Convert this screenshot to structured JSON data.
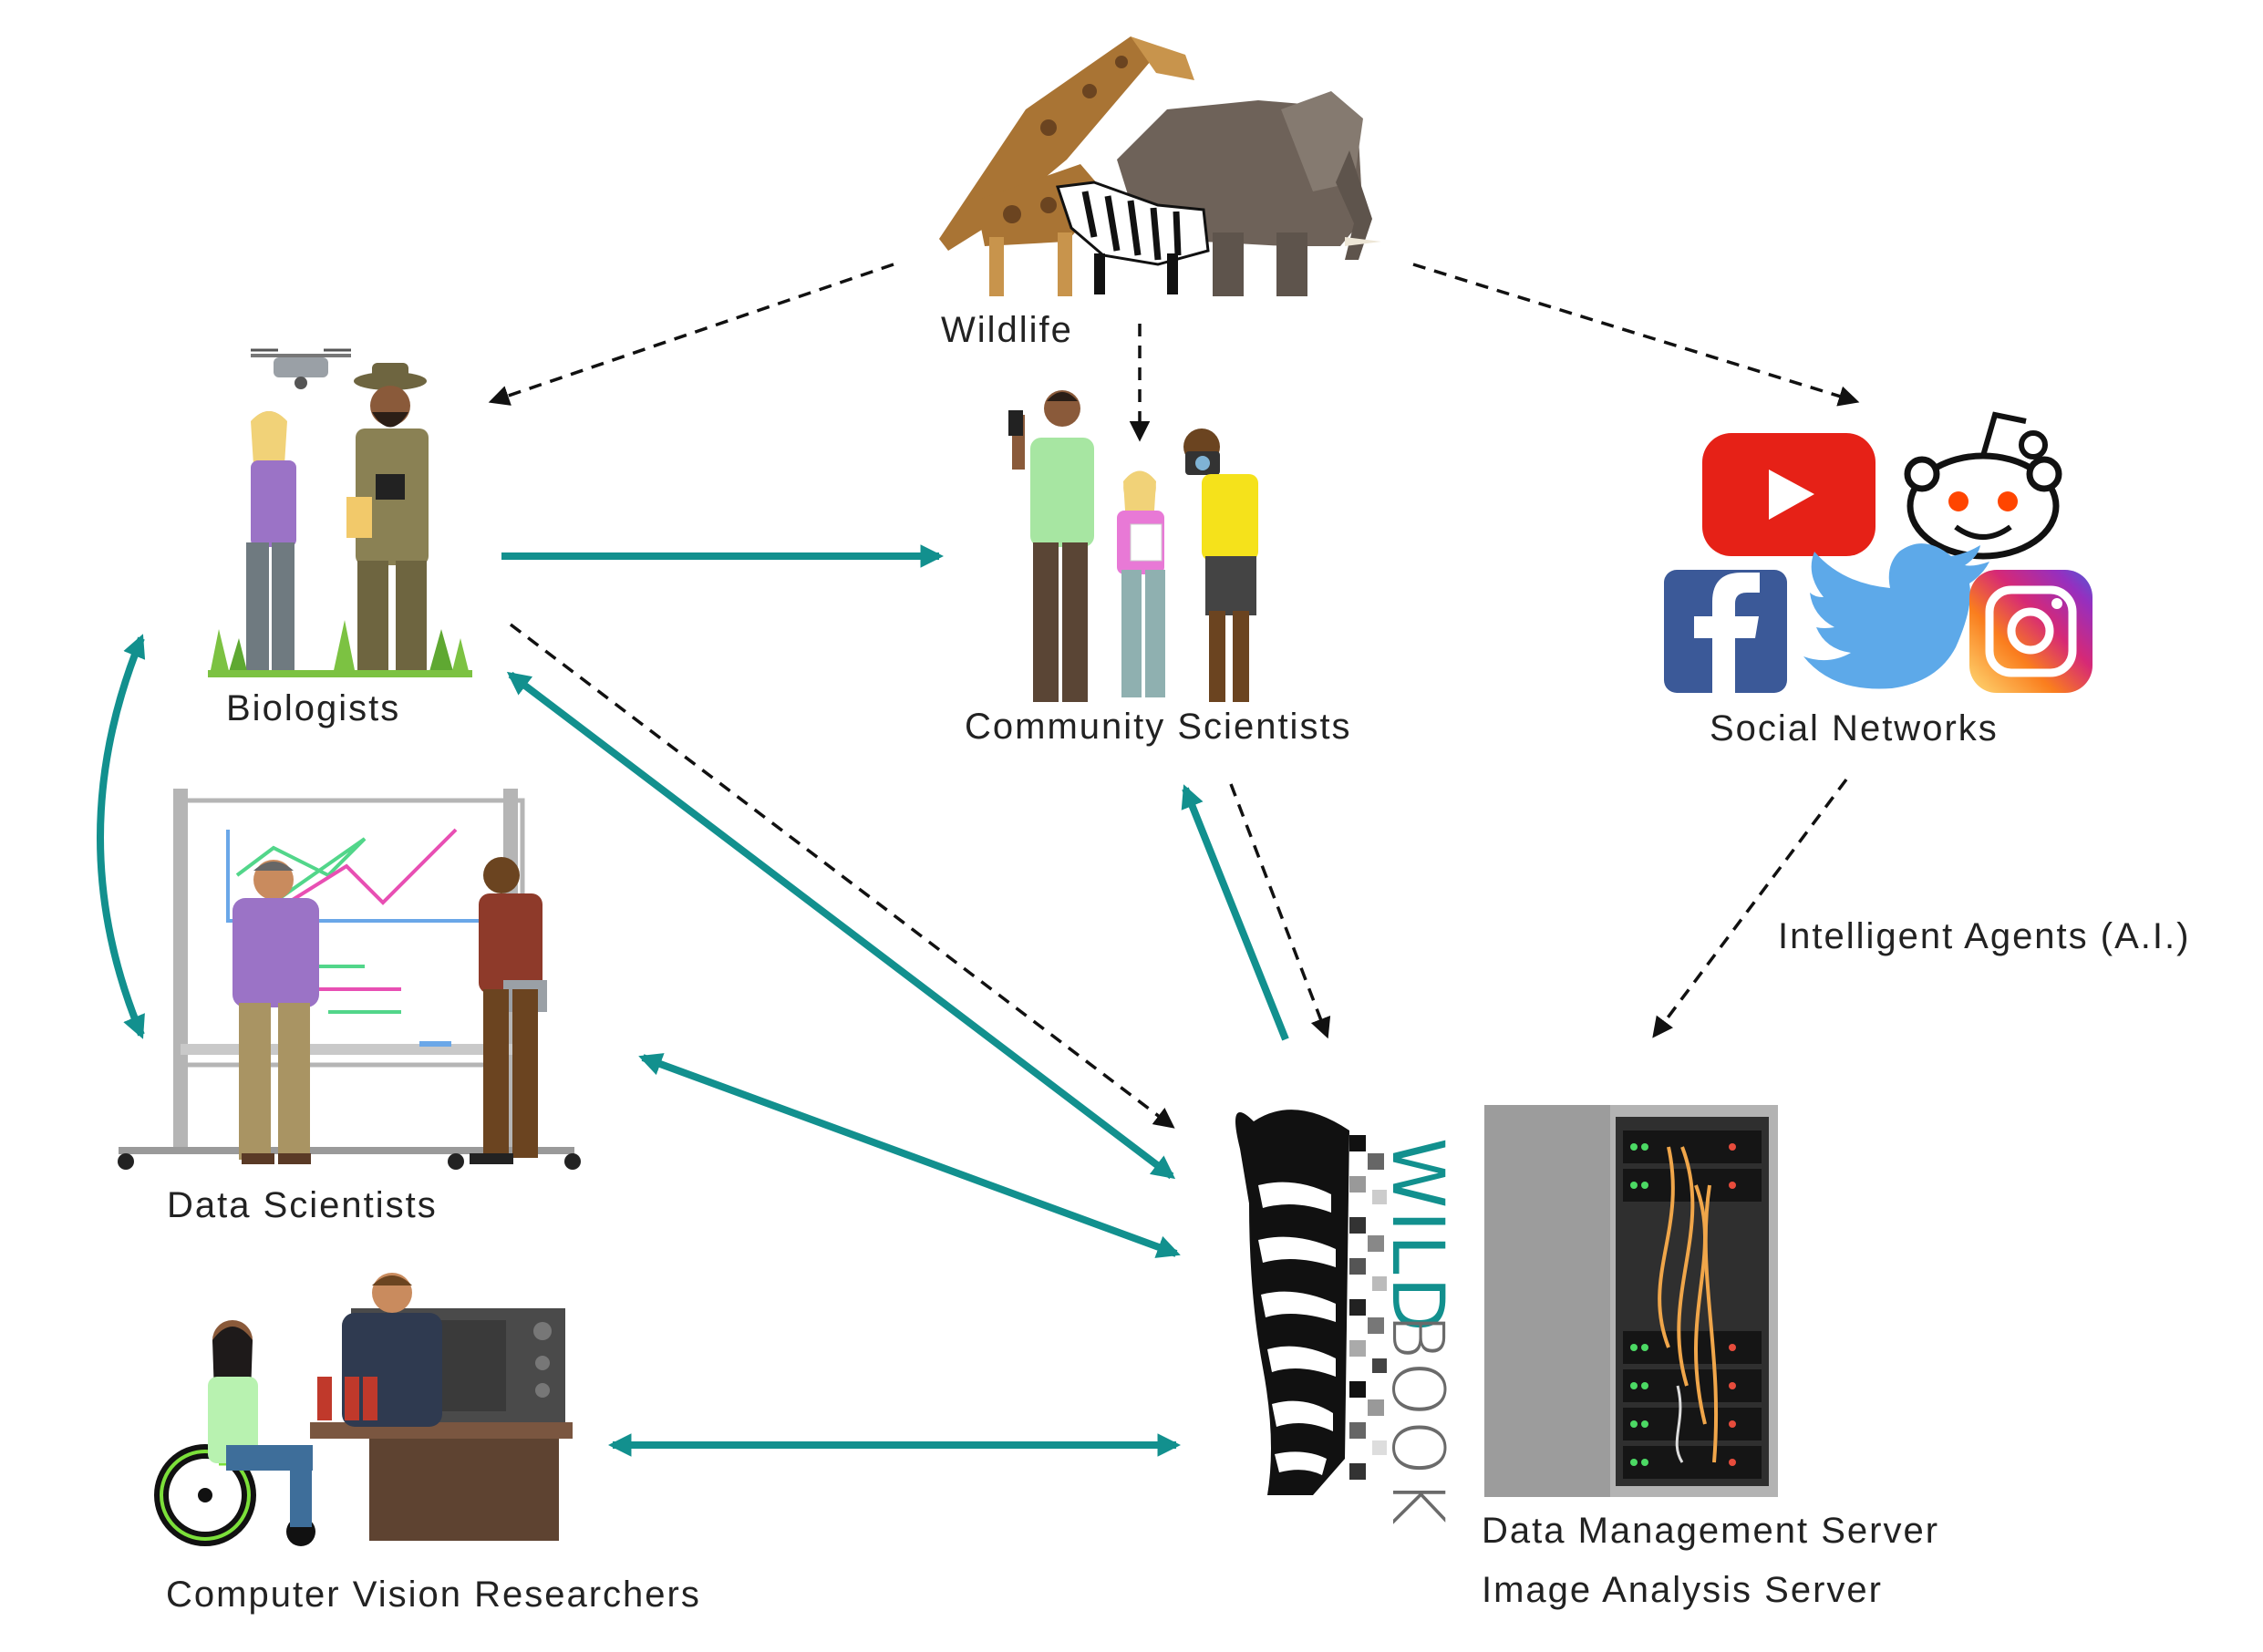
{
  "labels": {
    "wildlife": "Wildlife",
    "biologists": "Biologists",
    "community_scientists": "Community Scientists",
    "social_networks": "Social Networks",
    "data_scientists": "Data Scientists",
    "intelligent_agents": "Intelligent Agents (A.I.)",
    "computer_vision": "Computer Vision Researchers",
    "data_management_server": "Data Management Server",
    "image_analysis_server": "Image Analysis Server"
  },
  "wildbook": {
    "wild": "WILD",
    "book": "BOOK"
  },
  "icons": {
    "wildlife": [
      "giraffe-icon",
      "elephant-icon",
      "zebra-icon"
    ],
    "social": [
      "youtube-icon",
      "reddit-icon",
      "facebook-icon",
      "twitter-icon",
      "instagram-icon"
    ],
    "server": "server-rack-icon",
    "logo": "wildbook-logo"
  },
  "colors": {
    "solid_arrow": "#12908E",
    "dashed_arrow": "#111111",
    "wild_text": "#12908E",
    "youtube": "#E62117",
    "facebook": "#3B5998",
    "twitter": "#5DA9E9",
    "reddit_accent": "#FF4500"
  }
}
